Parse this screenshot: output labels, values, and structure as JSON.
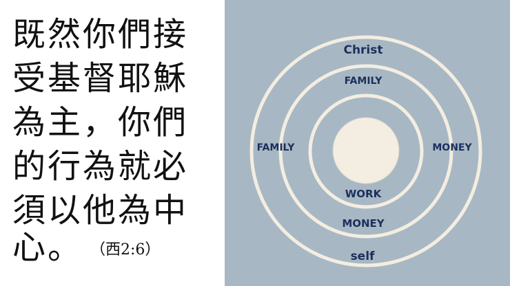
{
  "verse": {
    "lines": [
      "既然你們接",
      "受基督耶穌",
      "為主，你們",
      "的行為就必",
      "須以他為中"
    ],
    "last_line": "心。",
    "reference": "（西2:6）"
  },
  "diagram": {
    "labels": {
      "outer_top": "Christ",
      "outer_bottom": "self",
      "left": "FAMILY",
      "right": "MONEY",
      "middle_top": "FAMILY",
      "middle_bottom": "MONEY",
      "inner_bottom": "WORK"
    },
    "colors": {
      "background": "#a7b8c4",
      "ring": "#f4ede1",
      "center": "#f4ede1",
      "label": "#1d2f5c"
    }
  }
}
